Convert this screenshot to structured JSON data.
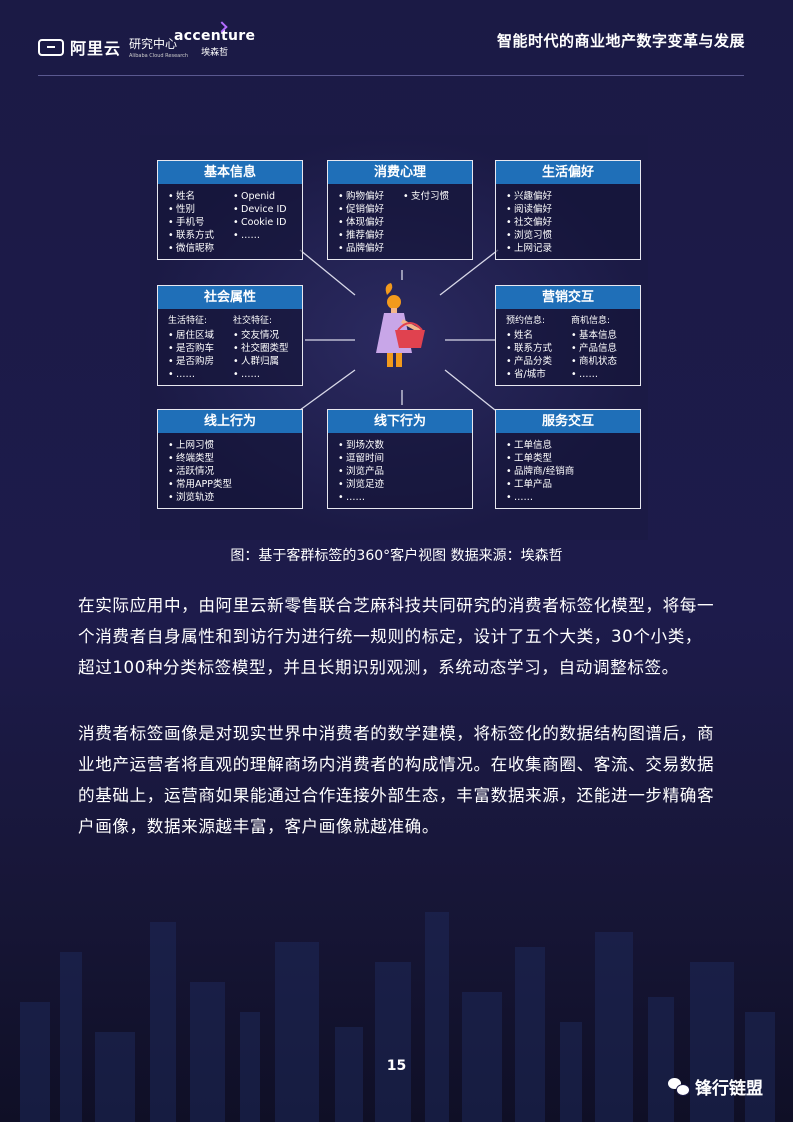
{
  "header": {
    "alibaba_logo_text": "阿里云",
    "alibaba_sub_cn": "研究中心",
    "alibaba_sub_en": "Alibaba Cloud Research",
    "accenture_en": "accenture",
    "accenture_cn": "埃森哲",
    "doc_title": "智能时代的商业地产数字变革与发展"
  },
  "figure": {
    "boxes": {
      "basic": {
        "title": "基本信息",
        "col1": [
          "姓名",
          "性别",
          "手机号",
          "联系方式",
          "微信昵称"
        ],
        "col2": [
          "Openid",
          "Device ID",
          "Cookie ID",
          "……"
        ]
      },
      "psych": {
        "title": "消费心理",
        "col1": [
          "购物偏好",
          "促销偏好",
          "体现偏好",
          "推荐偏好",
          "品牌偏好"
        ],
        "col2": [
          "支付习惯"
        ]
      },
      "life": {
        "title": "生活偏好",
        "col1": [
          "兴趣偏好",
          "阅读偏好",
          "社交偏好",
          "浏览习惯",
          "上网记录"
        ]
      },
      "social": {
        "title": "社会属性",
        "col1_head": "生活特征:",
        "col1": [
          "居住区域",
          "是否购车",
          "是否购房",
          "……"
        ],
        "col2_head": "社交特征:",
        "col2": [
          "交友情况",
          "社交圈类型",
          "人群归属",
          "……"
        ]
      },
      "marketing": {
        "title": "营销交互",
        "col1_head": "预约信息:",
        "col1": [
          "姓名",
          "联系方式",
          "产品分类",
          "省/城市"
        ],
        "col2_head": "商机信息:",
        "col2": [
          "基本信息",
          "产品信息",
          "商机状态",
          "……"
        ]
      },
      "online": {
        "title": "线上行为",
        "col1": [
          "上网习惯",
          "终端类型",
          "活跃情况",
          "常用APP类型",
          "浏览轨迹"
        ]
      },
      "offline": {
        "title": "线下行为",
        "col1": [
          "到场次数",
          "逗留时间",
          "浏览产品",
          "浏览足迹",
          "……"
        ]
      },
      "service": {
        "title": "服务交互",
        "col1": [
          "工单信息",
          "工单类型",
          "品牌商/经销商",
          "工单产品",
          "……"
        ]
      }
    },
    "caption": "图：基于客群标签的360°客户视图    数据来源：埃森哲"
  },
  "body": {
    "paragraph1": "在实际应用中，由阿里云新零售联合芝麻科技共同研究的消费者标签化模型，将每一个消费者自身属性和到访行为进行统一规则的标定，设计了五个大类，30个小类，超过100种分类标签模型，并且长期识别观测，系统动态学习，自动调整标签。",
    "paragraph2": "消费者标签画像是对现实世界中消费者的数学建模，将标签化的数据结构图谱后，商业地产运营者将直观的理解商场内消费者的构成情况。在收集商圈、客流、交易数据的基础上，运营商如果能通过合作连接外部生态，丰富数据来源，还能进一步精确客户画像，数据来源越丰富，客户画像就越准确。"
  },
  "footer": {
    "page_number": "15",
    "wechat_account": "锋行链盟"
  },
  "colors": {
    "box_header": "#1f6fb8",
    "background": "#1b1a45",
    "figure_person_hair": "#f29a1c",
    "figure_person_dress": "#c8a6e8",
    "basket": "#e0424f"
  }
}
